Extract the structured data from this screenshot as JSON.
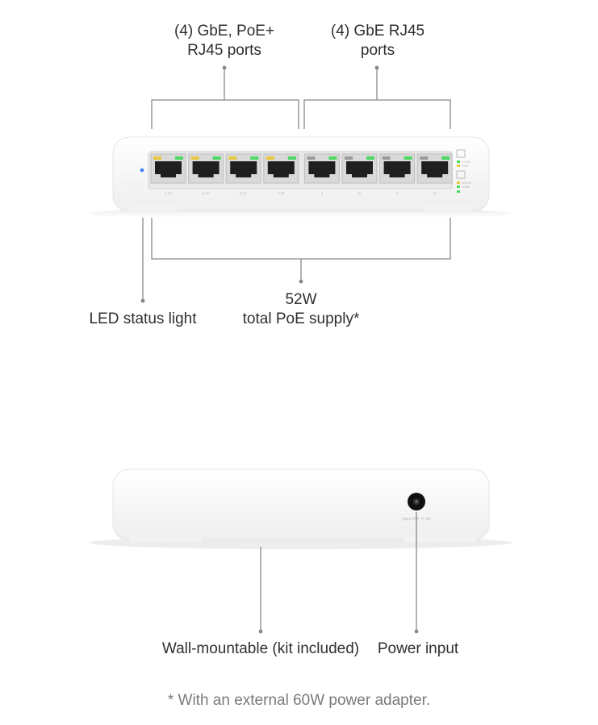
{
  "front": {
    "poe_ports_label": [
      "(4) GbE, PoE+",
      "RJ45 ports"
    ],
    "rj45_ports_label": [
      "(4) GbE RJ45",
      "ports"
    ],
    "led_label": "LED status light",
    "poe_supply_label": [
      "52W",
      "total PoE supply*"
    ],
    "port_captions": [
      "1 2*",
      "3 4*",
      "5 6*",
      "7 8*",
      "1",
      "6",
      "7",
      "8"
    ],
    "legend_text": [
      "1 GbE",
      "PoE+",
      "10/100",
      "1GbE"
    ]
  },
  "back": {
    "power_jack_caption": "Input 54V ⏛ 2A",
    "wall_mount_label": "Wall-mountable (kit included)",
    "power_input_label": "Power input"
  },
  "footnote": "* With an external 60W power adapter.",
  "colors": {
    "port_led_amber": "#e8c840",
    "port_led_green": "#4cd964",
    "status_led_blue": "#3b82f6",
    "device_body": "#f5f5f5",
    "callout_line": "#888888"
  }
}
